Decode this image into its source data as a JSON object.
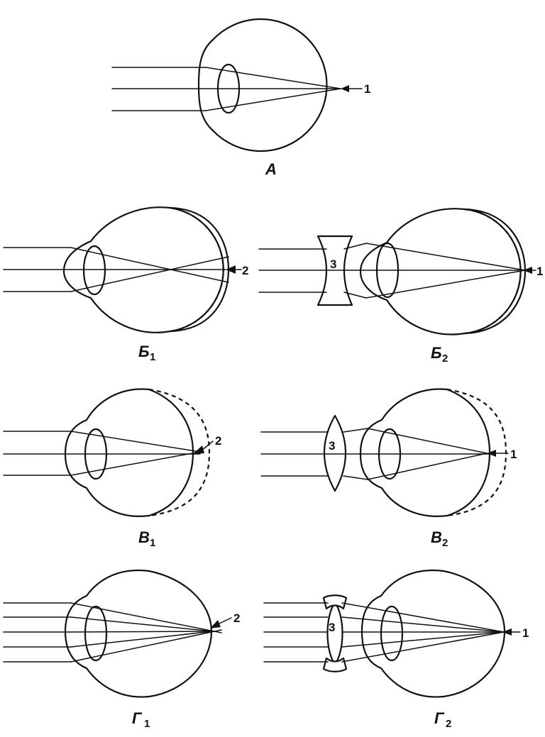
{
  "panels": {
    "a": {
      "caption": "А",
      "marker": "1"
    },
    "b1": {
      "caption": "Б",
      "sub": "1",
      "marker": "2"
    },
    "b2": {
      "caption": "Б",
      "sub": "2",
      "marker": "1",
      "lens": "3"
    },
    "v1": {
      "caption": "В",
      "sub": "1",
      "marker": "2"
    },
    "v2": {
      "caption": "В",
      "sub": "2",
      "marker": "1",
      "lens": "3"
    },
    "g1": {
      "caption": "Г",
      "sub": "1",
      "marker": "2"
    },
    "g2": {
      "caption": "Г",
      "sub": "2",
      "marker": "1",
      "lens": "3"
    }
  }
}
